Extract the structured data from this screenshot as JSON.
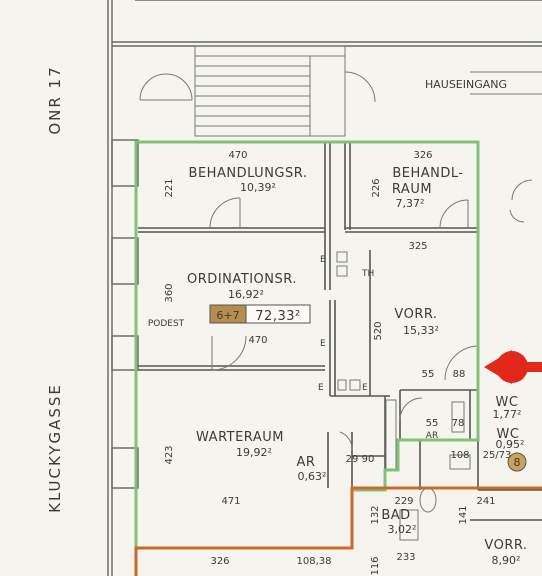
{
  "labels": {
    "onr": "ONR 17",
    "kluckygasse": "KLUCKYGASSE",
    "hauseingang": "HAUSEINGANG",
    "podest": "PODEST"
  },
  "rooms": {
    "behandlungsraum1": {
      "name": "BEHANDLUNGSR.",
      "area": "10,39²"
    },
    "behandlungsraum2_line1": "BEHANDL-",
    "behandlungsraum2_line2": "RAUM",
    "behandlungsraum2_area": "7,37²",
    "ordination": {
      "name": "ORDINATIONSR.",
      "area": "16,92²"
    },
    "vorraum": {
      "name": "VORR.",
      "area": "15,33²"
    },
    "warteraum": {
      "name": "WARTERAUM",
      "area": "19,92²"
    },
    "ar": {
      "name": "AR",
      "area": "0,63²"
    },
    "wc1": {
      "name": "WC",
      "area": "1,77²"
    },
    "wc2": {
      "name": "WC",
      "area": "0,95²"
    },
    "ar_small": "AR",
    "bad": {
      "name": "BAD",
      "area": "3,02²"
    },
    "vorr_bottom": {
      "name": "VORR.",
      "area": "8,90²"
    }
  },
  "unit": {
    "number": "6+7",
    "area": "72,33²"
  },
  "dimensions": {
    "d470_top": "470",
    "d326_top": "326",
    "d221": "221",
    "d226": "226",
    "d325": "325",
    "d360": "360",
    "d470_mid": "470",
    "d520": "520",
    "d55": "55",
    "d88": "88",
    "d55b": "55",
    "d78": "78",
    "d423": "423",
    "d471": "471",
    "d2990": "29 90",
    "d108": "108",
    "d2573": "25/73",
    "d229": "229",
    "d241": "241",
    "d132": "132",
    "d141": "141",
    "d326_bot": "326",
    "d108_38": "108,38",
    "d233": "233",
    "d116": "116",
    "marker_e1": "E",
    "marker_e2": "E",
    "marker_e3": "E",
    "marker_e4": "E",
    "marker_th": "TH",
    "marker_8": "8"
  },
  "colors": {
    "green_outline": "#7fc277",
    "orange_outline": "#cc6a2a",
    "unit_box": "#b58d4f",
    "arrow": "#e2281b",
    "wall": "#555555"
  }
}
